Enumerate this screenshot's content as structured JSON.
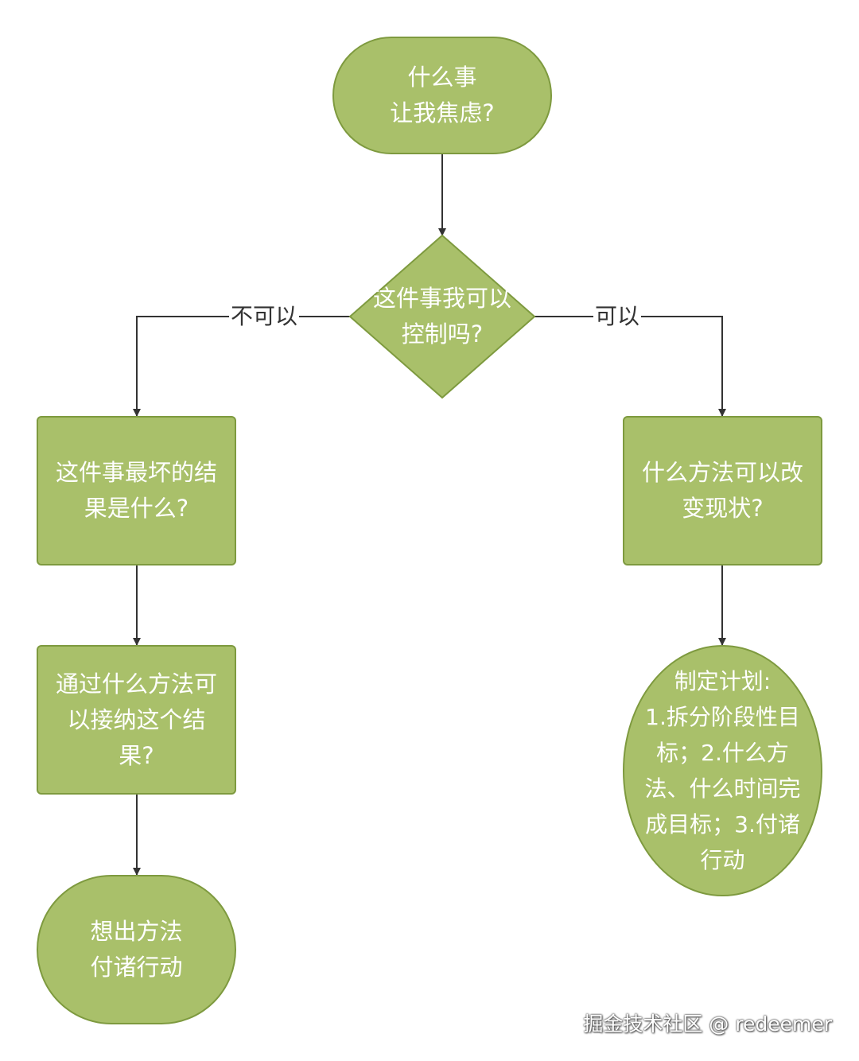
{
  "nodes": {
    "start": {
      "lines": [
        "什么事",
        "让我焦虑?"
      ]
    },
    "decision": {
      "lines": [
        "这件事我可以",
        "控制吗?"
      ]
    },
    "worst": {
      "lines": [
        "这件事最坏的结",
        "果是什么?"
      ]
    },
    "accept": {
      "lines": [
        "通过什么方法可",
        "以接纳这个结",
        "果?"
      ]
    },
    "act_left": {
      "lines": [
        "想出方法",
        "付诸行动"
      ]
    },
    "change": {
      "lines": [
        "什么方法可以改",
        "变现状?"
      ]
    },
    "plan": {
      "lines": [
        "制定计划:",
        "1.拆分阶段性目",
        "标；2.什么方",
        "法、什么时间完",
        "成目标；3.付诸",
        "行动"
      ]
    }
  },
  "edges": {
    "no_label": "不可以",
    "yes_label": "可以"
  },
  "watermark": "掘金技术社区 @ redeemer",
  "colors": {
    "fill": "#a9c06a",
    "stroke": "#7e9a3f",
    "line": "#333333",
    "text": "#ffffff"
  }
}
